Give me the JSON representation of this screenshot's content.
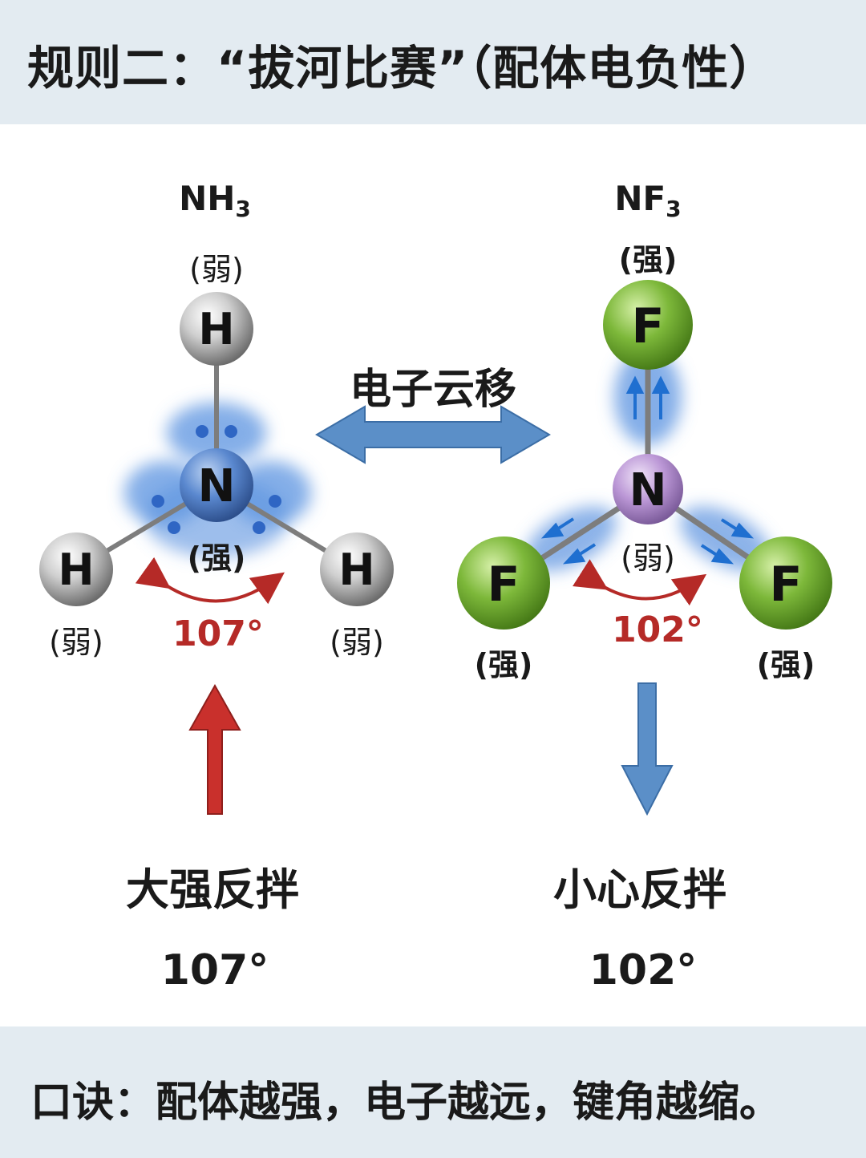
{
  "header": {
    "title": "规则二：“拔河比赛”（配体电负性）"
  },
  "left": {
    "formula_main": "NH",
    "formula_sub": "3",
    "top_label": "(弱)",
    "center_atom": "N",
    "center_label": "(强)",
    "outer_atom": "H",
    "left_label": "(弱)",
    "right_label": "(弱)",
    "angle": "107°",
    "slogan": "大强反拌",
    "slogan_angle": "107°"
  },
  "middle": {
    "label": "电子云移"
  },
  "right": {
    "formula_main": "NF",
    "formula_sub": "3",
    "top_label": "(强)",
    "center_atom": "N",
    "center_label": "(弱)",
    "outer_atom": "F",
    "left_label": "(强)",
    "right_label": "(强)",
    "angle": "102°",
    "slogan": "小心反拌",
    "slogan_angle": "102°"
  },
  "footer": {
    "text": "口诀：配体越强，电子越远，键角越缩。"
  },
  "colors": {
    "h_atom": "#9a9a9a",
    "n_atom_left": "#4f7fc7",
    "n_atom_right": "#b68fd0",
    "f_atom": "#78b236",
    "cloud": "#5b93e0",
    "arrow_red": "#c9302c",
    "arrow_blue": "#5b8fc8"
  }
}
